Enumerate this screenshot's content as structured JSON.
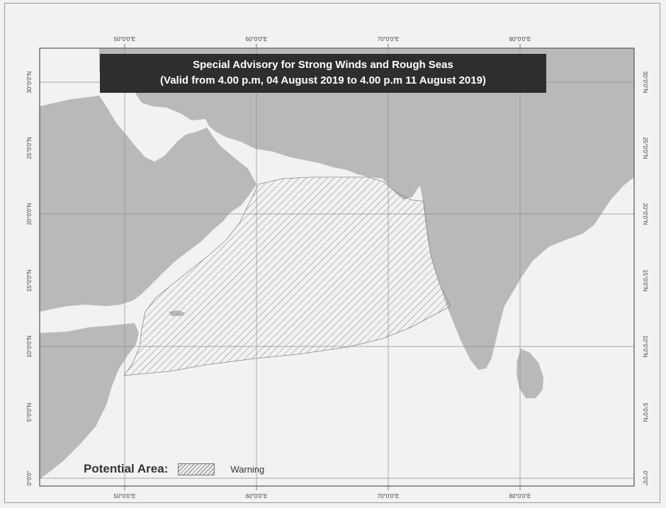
{
  "title": {
    "line1": "Special  Advisory for Strong Winds and Rough Seas",
    "line2": "(Valid from 4.00 p.m, 04 August 2019 to 4.00 p.m 11 August 2019)"
  },
  "graticule": {
    "top_lon_labels": [
      "50°0'0\"E",
      "60°0'0\"E",
      "70°0'0\"E",
      "80°0'0\"E"
    ],
    "bottom_lon_labels": [
      "50°0'0\"E",
      "60°0'0\"E",
      "70°0'0\"E",
      "80°0'0\"E"
    ],
    "left_lat_labels": [
      "30°0'0\"N",
      "25°0'0\"N",
      "20°0'0\"N",
      "15°0'0\"N",
      "10°0'0\"N",
      "5°0'0\"N",
      "0°0'0\""
    ],
    "right_lat_labels": [
      "30°0'0\"N",
      "25°0'0\"N",
      "20°0'0\"N",
      "15°0'0\"N",
      "10°0'0\"N",
      "5°0'0\"N",
      "0°0'0\""
    ]
  },
  "legend": {
    "title": "Potential Area:",
    "label": "Warning"
  },
  "colors": {
    "land": "#b9b9b9",
    "sea": "#f2f2f0",
    "hatch": "#7d7d7d",
    "title_bg": "#2e2e2e"
  }
}
